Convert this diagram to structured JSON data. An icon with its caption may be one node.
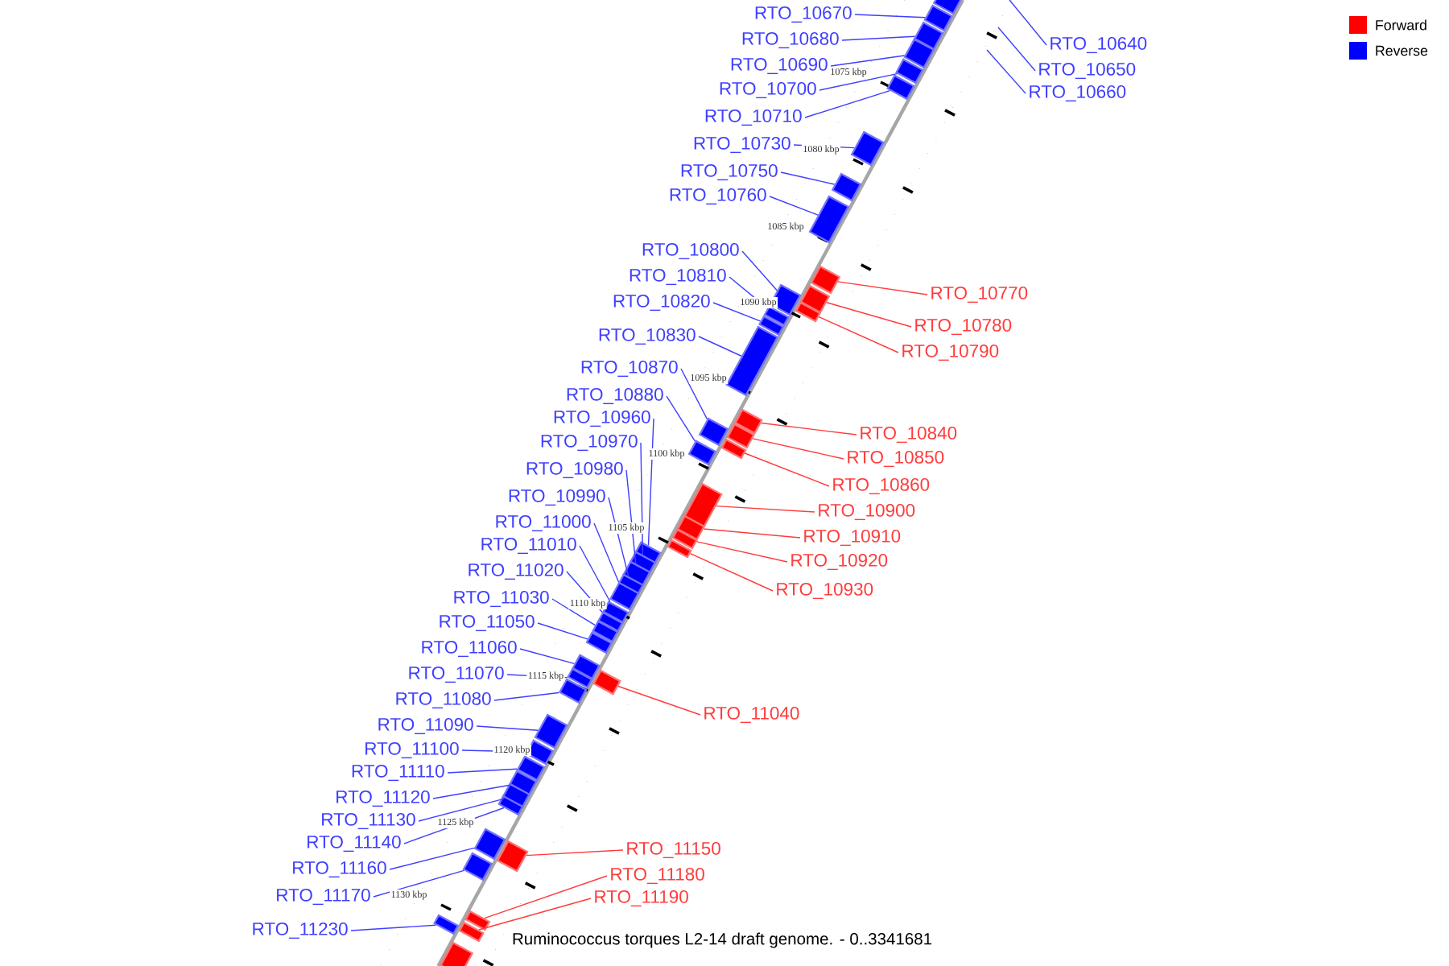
{
  "diagram": {
    "nodes": [
      {
        "text": [],
        "shape": "box"
      },
      {
        "text": [
          "RTO_10640"
        ]
      },
      {
        "text": [
          "RTO_10650"
        ]
      },
      {
        "text": [
          "RTO_10660"
        ]
      },
      {
        "text": [
          "RTO_10670"
        ]
      },
      {
        "text": [],
        "shape": "box"
      },
      {
        "text": [
          "RTO_10680"
        ]
      },
      {
        "text": [],
        "shape": "box"
      },
      {
        "text": [
          "RTO_10690"
        ]
      },
      {
        "text": [],
        "shape": "box"
      },
      {
        "text": [
          "RTO_10700"
        ]
      },
      {
        "text": [],
        "shape": "box"
      },
      {
        "text": [
          "RTO_10710"
        ]
      },
      {
        "text": [],
        "shape": "box"
      },
      {
        "text": [
          "RTO_10730"
        ]
      },
      {
        "text": [],
        "shape": "box"
      },
      {
        "text": [
          "RTO_10750"
        ]
      },
      {
        "text": [],
        "shape": "box"
      },
      {
        "text": [
          "RTO_10760"
        ]
      },
      {
        "text": [],
        "shape": "box"
      },
      {
        "text": [
          "RTO_10770"
        ]
      },
      {
        "text": [],
        "shape": "box"
      },
      {
        "text": [
          "RTO_10780"
        ]
      },
      {
        "text": [],
        "shape": "box"
      },
      {
        "text": [
          "RTO_10790"
        ]
      },
      {
        "text": [],
        "shape": "box"
      },
      {
        "text": [
          "RTO_10800"
        ]
      },
      {
        "text": [],
        "shape": "box"
      },
      {
        "text": [
          "RTO_10810"
        ]
      },
      {
        "text": [],
        "shape": "box"
      },
      {
        "text": [
          "RTO_10820"
        ]
      },
      {
        "text": [],
        "shape": "box"
      },
      {
        "text": [
          "RTO_10830"
        ]
      },
      {
        "text": [],
        "shape": "box"
      },
      {
        "text": [
          "RTO_10870"
        ]
      },
      {
        "text": [],
        "shape": "box"
      },
      {
        "text": [
          "RTO_10880"
        ]
      },
      {
        "text": [],
        "shape": "box"
      },
      {
        "text": [
          "RTO_10840"
        ]
      },
      {
        "text": [],
        "shape": "box"
      },
      {
        "text": [
          "RTO_10850"
        ]
      },
      {
        "text": [],
        "shape": "box"
      },
      {
        "text": [
          "RTO_10860"
        ]
      },
      {
        "text": [],
        "shape": "box"
      },
      {
        "text": [
          "RTO_10960"
        ]
      },
      {
        "text": [],
        "shape": "box"
      },
      {
        "text": [
          "RTO_10970"
        ]
      },
      {
        "text": [],
        "shape": "box"
      },
      {
        "text": [
          "RTO_10980"
        ]
      },
      {
        "text": [],
        "shape": "box"
      },
      {
        "text": [
          "RTO_10990"
        ]
      },
      {
        "text": [],
        "shape": "box"
      },
      {
        "text": [
          "RTO_10900"
        ]
      },
      {
        "text": [],
        "shape": "box"
      },
      {
        "text": [
          "RTO_10910"
        ]
      },
      {
        "text": [],
        "shape": "box"
      },
      {
        "text": [
          "RTO_10920"
        ]
      },
      {
        "text": [],
        "shape": "box"
      },
      {
        "text": [
          "RTO_10930"
        ]
      },
      {
        "text": [],
        "shape": "box"
      },
      {
        "text": [
          "RTO_11000"
        ]
      },
      {
        "text": [],
        "shape": "box"
      },
      {
        "text": [
          "RTO_11010"
        ]
      },
      {
        "text": [],
        "shape": "box"
      },
      {
        "text": [
          "RTO_11020"
        ]
      },
      {
        "text": [],
        "shape": "box"
      },
      {
        "text": [
          "RTO_11030"
        ]
      },
      {
        "text": [],
        "shape": "box"
      },
      {
        "text": [
          "RTO_11050"
        ]
      },
      {
        "text": [],
        "shape": "box"
      },
      {
        "text": [
          "RTO_11060"
        ]
      },
      {
        "text": [],
        "shape": "box"
      },
      {
        "text": [
          "RTO_11070"
        ]
      },
      {
        "text": [],
        "shape": "box"
      },
      {
        "text": [
          "RTO_11040"
        ]
      },
      {
        "text": [],
        "shape": "box"
      },
      {
        "text": [
          "RTO_11080"
        ]
      },
      {
        "text": [],
        "shape": "box"
      },
      {
        "text": [
          "RTO_11090"
        ]
      },
      {
        "text": [],
        "shape": "box"
      },
      {
        "text": [
          "RTO_11100"
        ]
      },
      {
        "text": [],
        "shape": "box"
      },
      {
        "text": [
          "RTO_11110"
        ]
      },
      {
        "text": [],
        "shape": "box"
      },
      {
        "text": [
          "RTO_11120"
        ]
      },
      {
        "text": [],
        "shape": "box"
      },
      {
        "text": [
          "RTO_11130"
        ]
      },
      {
        "text": [],
        "shape": "box"
      },
      {
        "text": [
          "RTO_11140"
        ]
      },
      {
        "text": [],
        "shape": "box"
      },
      {
        "text": [
          "RTO_11150"
        ]
      },
      {
        "text": [],
        "shape": "box"
      },
      {
        "text": [
          "RTO_11160"
        ]
      },
      {
        "text": [],
        "shape": "box"
      },
      {
        "text": [
          "RTO_11170"
        ]
      },
      {
        "text": [],
        "shape": "box"
      },
      {
        "text": [
          "RTO_11180"
        ]
      },
      {
        "text": [],
        "shape": "box"
      },
      {
        "text": [
          "RTO_11190"
        ]
      },
      {
        "text": [],
        "shape": "box"
      },
      {
        "text": [
          "RTO_11230"
        ]
      },
      {
        "text": [],
        "shape": "box"
      },
      {
        "text": [],
        "shape": "box"
      }
    ],
    "edges": [
      {
        "from": 1,
        "to": null,
        "arrow": "none"
      },
      {
        "from": 2,
        "to": null,
        "arrow": "none"
      },
      {
        "from": 3,
        "to": null,
        "arrow": "none"
      },
      {
        "from": 4,
        "to": 5,
        "arrow": "none"
      },
      {
        "from": 6,
        "to": 7,
        "arrow": "none"
      },
      {
        "from": 8,
        "to": 9,
        "arrow": "none"
      },
      {
        "from": 10,
        "to": 11,
        "arrow": "none"
      },
      {
        "from": 12,
        "to": 13,
        "arrow": "none"
      },
      {
        "from": 14,
        "to": 15,
        "arrow": "none"
      },
      {
        "from": 16,
        "to": 17,
        "arrow": "none"
      },
      {
        "from": 18,
        "to": 19,
        "arrow": "none"
      },
      {
        "from": 20,
        "to": 21,
        "arrow": "none",
        "color": "#ff3c3c"
      },
      {
        "from": 22,
        "to": 23,
        "arrow": "none",
        "color": "#ff3c3c"
      },
      {
        "from": 24,
        "to": 25,
        "arrow": "none",
        "color": "#ff3c3c"
      },
      {
        "from": 26,
        "to": 27,
        "arrow": "none"
      },
      {
        "from": 28,
        "to": 29,
        "arrow": "none"
      },
      {
        "from": 30,
        "to": 31,
        "arrow": "none"
      },
      {
        "from": 32,
        "to": 33,
        "arrow": "none"
      },
      {
        "from": 34,
        "to": 35,
        "arrow": "none"
      },
      {
        "from": 36,
        "to": 37,
        "arrow": "none"
      },
      {
        "from": 38,
        "to": 39,
        "arrow": "none",
        "color": "#ff3c3c"
      },
      {
        "from": 40,
        "to": 41,
        "arrow": "none",
        "color": "#ff3c3c"
      },
      {
        "from": 42,
        "to": 43,
        "arrow": "none",
        "color": "#ff3c3c"
      },
      {
        "from": 44,
        "to": 45,
        "arrow": "none"
      },
      {
        "from": 46,
        "to": 47,
        "arrow": "none"
      },
      {
        "from": 48,
        "to": 49,
        "arrow": "none"
      },
      {
        "from": 50,
        "to": 51,
        "arrow": "none"
      },
      {
        "from": 52,
        "to": 53,
        "arrow": "none",
        "color": "#ff3c3c"
      },
      {
        "from": 54,
        "to": 55,
        "arrow": "none",
        "color": "#ff3c3c"
      },
      {
        "from": 56,
        "to": 57,
        "arrow": "none",
        "color": "#ff3c3c"
      },
      {
        "from": 58,
        "to": 59,
        "arrow": "none",
        "color": "#ff3c3c"
      },
      {
        "from": 60,
        "to": 61,
        "arrow": "none"
      },
      {
        "from": 62,
        "to": 63,
        "arrow": "none"
      },
      {
        "from": 64,
        "to": 65,
        "arrow": "none"
      },
      {
        "from": 66,
        "to": 67,
        "arrow": "none"
      },
      {
        "from": 68,
        "to": 69,
        "arrow": "none"
      },
      {
        "from": 70,
        "to": 71,
        "arrow": "none"
      },
      {
        "from": 72,
        "to": 73,
        "arrow": "none"
      },
      {
        "from": 74,
        "to": 75,
        "arrow": "none",
        "color": "#ff3c3c"
      },
      {
        "from": 76,
        "to": 77,
        "arrow": "none"
      },
      {
        "from": 78,
        "to": 79,
        "arrow": "none"
      },
      {
        "from": 80,
        "to": 81,
        "arrow": "none"
      },
      {
        "from": 82,
        "to": 83,
        "arrow": "none"
      },
      {
        "from": 84,
        "to": 85,
        "arrow": "none"
      },
      {
        "from": 86,
        "to": 87,
        "arrow": "none"
      },
      {
        "from": 88,
        "to": 89,
        "arrow": "none"
      },
      {
        "from": 90,
        "to": 91,
        "arrow": "none",
        "color": "#ff3c3c"
      },
      {
        "from": 92,
        "to": 93,
        "arrow": "none"
      },
      {
        "from": 94,
        "to": 95,
        "arrow": "none"
      },
      {
        "from": 96,
        "to": 97,
        "arrow": "none",
        "color": "#ff3c3c"
      },
      {
        "from": 98,
        "to": 99,
        "arrow": "none",
        "color": "#ff3c3c"
      },
      {
        "from": 100,
        "to": 101,
        "arrow": "none"
      }
    ],
    "labels": [
      "1075 kbp",
      "1080 kbp",
      "1085 kbp",
      "1090 kbp",
      "1095 kbp",
      "1100 kbp",
      "1105 kbp",
      "1110 kbp",
      "1115 kbp",
      "1120 kbp",
      "1125 kbp",
      "1130 kbp",
      "Ruminococcus torques L2-14 draft genome. - 0..3341681"
    ],
    "legend": [
      {
        "text": "Forward",
        "color": "#ff0000"
      },
      {
        "text": "Reverse",
        "color": "#0000ff"
      }
    ]
  }
}
